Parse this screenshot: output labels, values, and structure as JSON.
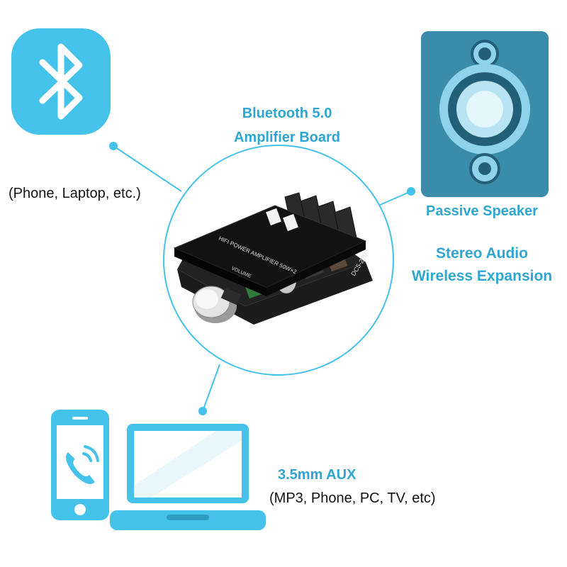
{
  "colors": {
    "accent": "#2fa6d1",
    "icon_fill": "#45c2ea",
    "speaker_fill": "#3a8caa",
    "speaker_dark": "#245f78",
    "text_dark": "#111111",
    "board_black": "#1c1c1c"
  },
  "center": {
    "title_line1": "Bluetooth 5.0",
    "title_line2": "Amplifier Board",
    "board_text": {
      "model_line": "HIFI POWER AMPLIFIER 50W×2",
      "volume": "VOLUME",
      "power": "DC5-27V"
    }
  },
  "left_source": {
    "icon": "bluetooth-icon",
    "caption": "(Phone, Laptop, etc.)"
  },
  "right_output": {
    "icon": "speaker-icon",
    "label": "Passive Speaker",
    "feature_line1": "Stereo Audio",
    "feature_line2": "Wireless Expansion"
  },
  "bottom_input": {
    "icons": [
      "phone-icon",
      "laptop-icon"
    ],
    "label": "3.5mm AUX",
    "caption": "(MP3, Phone, PC, TV, etc)"
  }
}
